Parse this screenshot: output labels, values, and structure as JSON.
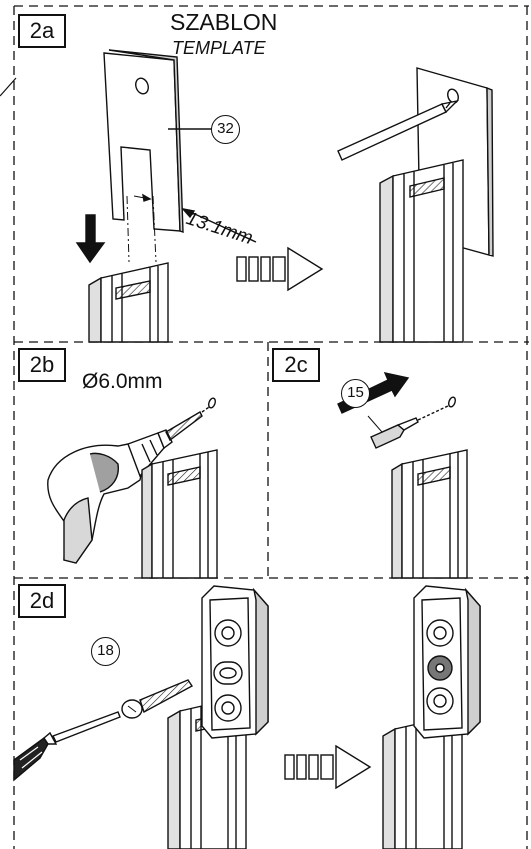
{
  "steps": {
    "a": "2a",
    "b": "2b",
    "c": "2c",
    "d": "2d"
  },
  "template": {
    "title": "SZABLON",
    "subtitle": "TEMPLATE",
    "part_number": "32",
    "distance": "13.1mm"
  },
  "drill": {
    "diameter": "Ø6.0mm"
  },
  "anchor": {
    "part_number": "15"
  },
  "screw": {
    "part_number": "18"
  }
}
